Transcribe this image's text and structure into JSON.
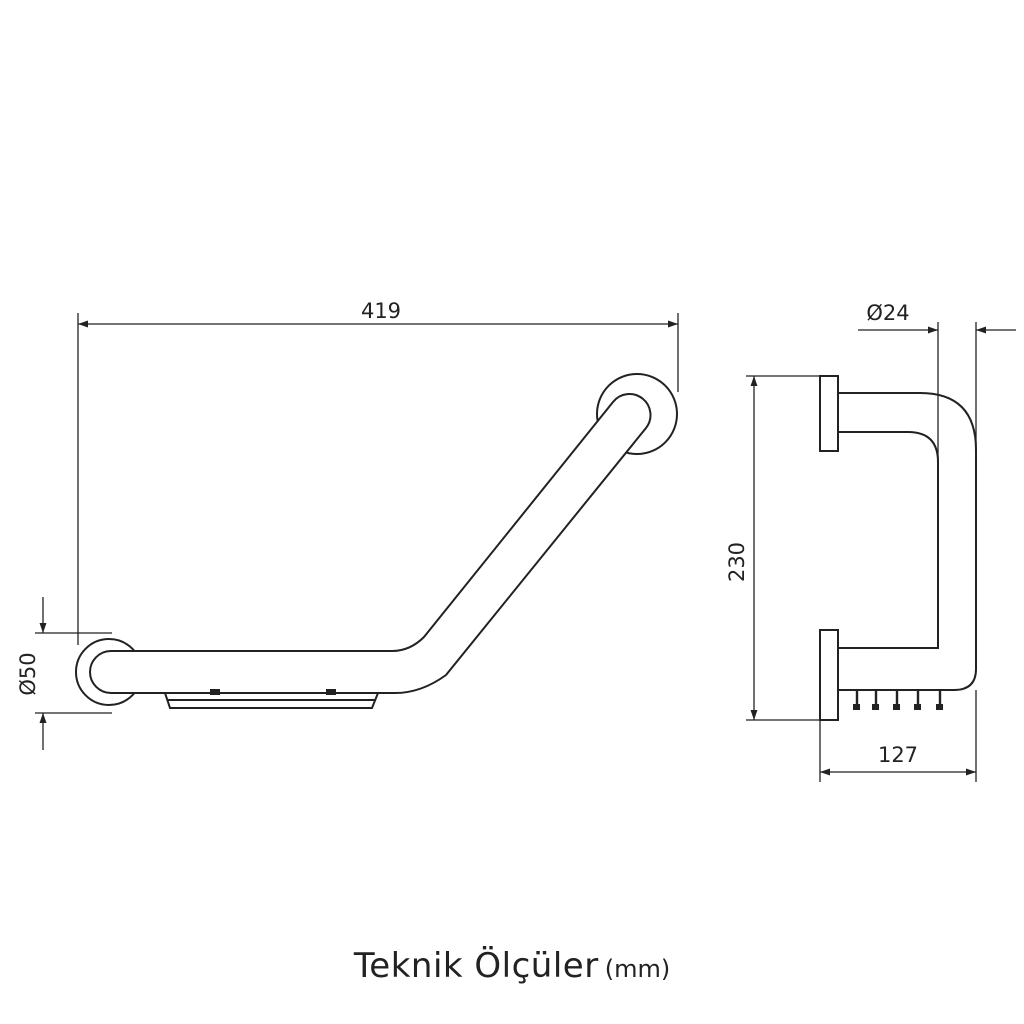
{
  "dimensions": {
    "width_front": "419",
    "rosette_diameter": "Ø50",
    "tube_diameter": "Ø24",
    "height_side": "230",
    "depth_side": "127"
  },
  "caption": {
    "title": "Teknik Ölçüler",
    "unit": "(mm)"
  }
}
